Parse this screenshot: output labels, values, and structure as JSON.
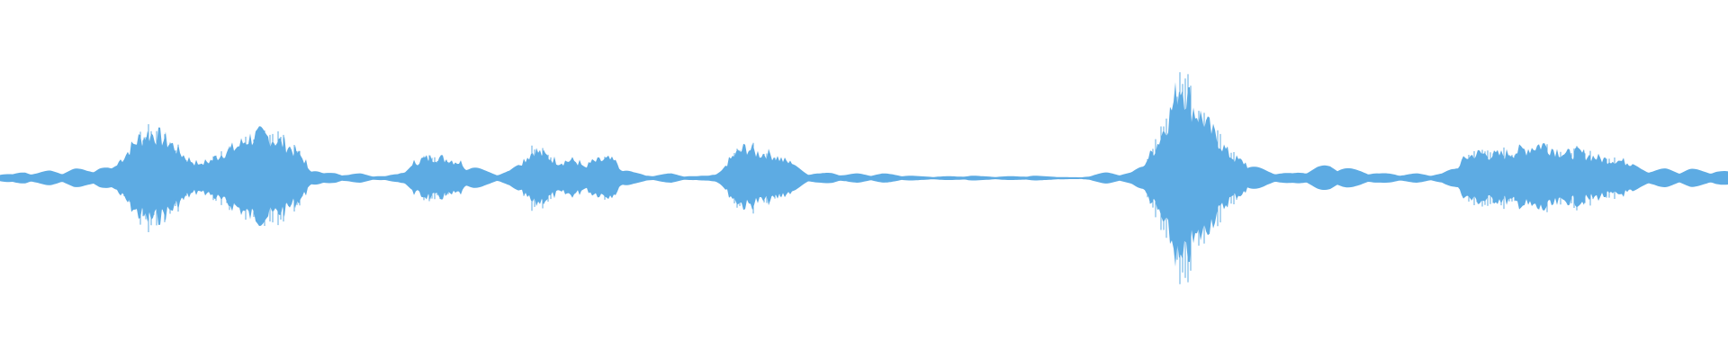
{
  "waveform": {
    "color": "#5DABE3",
    "background": "#FFFFFF",
    "amplitude_envelope": [
      0.06,
      0.04,
      0.07,
      0.06,
      0.08,
      0.07,
      0.1,
      0.09,
      0.12,
      0.1,
      0.22,
      0.38,
      0.45,
      0.41,
      0.32,
      0.2,
      0.14,
      0.18,
      0.26,
      0.31,
      0.4,
      0.43,
      0.39,
      0.34,
      0.24,
      0.12,
      0.05,
      0.06,
      0.04,
      0.05,
      0.03,
      0.02,
      0.05,
      0.14,
      0.19,
      0.21,
      0.19,
      0.16,
      0.13,
      0.08,
      0.05,
      0.08,
      0.17,
      0.28,
      0.22,
      0.16,
      0.18,
      0.14,
      0.17,
      0.19,
      0.13,
      0.06,
      0.03,
      0.04,
      0.05,
      0.03,
      0.02,
      0.03,
      0.09,
      0.22,
      0.31,
      0.25,
      0.24,
      0.18,
      0.13,
      0.06,
      0.05,
      0.06,
      0.04,
      0.05,
      0.04,
      0.05,
      0.04,
      0.03,
      0.02,
      0.02,
      0.02,
      0.02,
      0.03,
      0.02,
      0.02,
      0.02,
      0.02,
      0.03,
      0.02,
      0.02,
      0.01,
      0.01,
      0.04,
      0.06,
      0.05,
      0.06,
      0.14,
      0.32,
      0.6,
      0.98,
      0.7,
      0.55,
      0.38,
      0.22,
      0.16,
      0.12,
      0.08,
      0.06,
      0.05,
      0.08,
      0.12,
      0.14,
      0.12,
      0.09,
      0.07,
      0.05,
      0.05,
      0.04,
      0.05,
      0.04,
      0.05,
      0.11,
      0.21,
      0.25,
      0.23,
      0.24,
      0.27,
      0.3,
      0.34,
      0.29,
      0.24,
      0.26,
      0.22,
      0.19,
      0.18,
      0.16,
      0.11,
      0.09,
      0.1,
      0.08,
      0.1,
      0.08,
      0.08,
      0.07
    ]
  }
}
